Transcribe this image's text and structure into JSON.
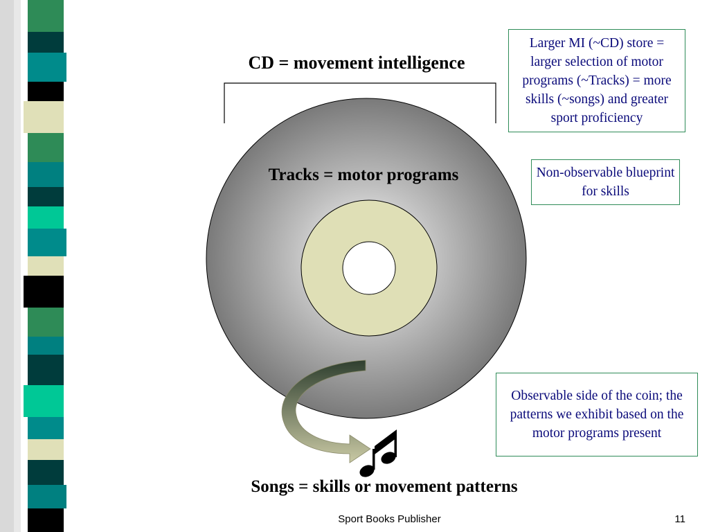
{
  "slide": {
    "title": "CD = movement intelligence",
    "tracks_label": "Tracks = motor programs",
    "songs_label": "Songs = skills or movement patterns",
    "notes": {
      "larger_mi": "Larger MI (~CD) store = larger selection of motor programs (~Tracks) = more skills (~songs) and greater sport proficiency",
      "non_observable": "Non-observable blueprint for skills",
      "observable": "Observable side of the coin; the patterns we exhibit based on the motor programs present"
    },
    "icons": {
      "cd": "cd-disc-icon",
      "arrow": "curved-arrow-icon",
      "music": "music-note-icon"
    }
  },
  "footer": {
    "publisher": "Sport Books Publisher",
    "page_number": "11"
  },
  "colors": {
    "note_text": "#0a0a7a",
    "note_border": "#2e8b57",
    "disc_hub": "#dfdfb6",
    "stripe_palette": [
      "#008080",
      "#2e8b57",
      "#003c3c",
      "#e0e0b8",
      "#00c896",
      "#000000",
      "#5f9ea0"
    ]
  }
}
